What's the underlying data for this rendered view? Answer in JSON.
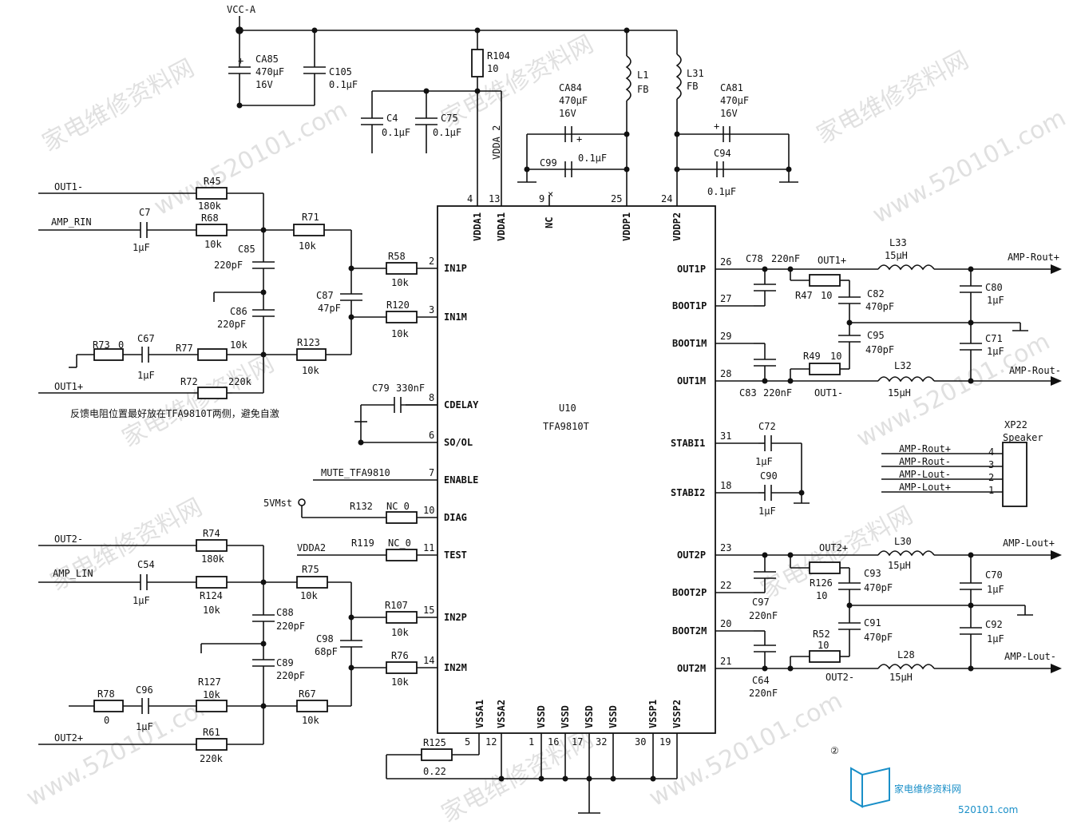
{
  "power": {
    "vcc": "VCC-A",
    "v5": "5VMst",
    "vdda2": "VDDA2"
  },
  "ic": {
    "ref": "U10",
    "part": "TFA9810T",
    "left_pins": [
      {
        "num": "2",
        "name": "IN1P"
      },
      {
        "num": "3",
        "name": "IN1M"
      },
      {
        "num": "8",
        "name": "CDELAY"
      },
      {
        "num": "6",
        "name": "SO/OL"
      },
      {
        "num": "7",
        "name": "ENABLE"
      },
      {
        "num": "10",
        "name": "DIAG"
      },
      {
        "num": "11",
        "name": "TEST"
      },
      {
        "num": "15",
        "name": "IN2P"
      },
      {
        "num": "14",
        "name": "IN2M"
      }
    ],
    "right_pins": [
      {
        "num": "26",
        "name": "OUT1P"
      },
      {
        "num": "27",
        "name": "BOOT1P"
      },
      {
        "num": "29",
        "name": "BOOT1M"
      },
      {
        "num": "28",
        "name": "OUT1M"
      },
      {
        "num": "31",
        "name": "STABI1"
      },
      {
        "num": "18",
        "name": "STABI2"
      },
      {
        "num": "23",
        "name": "OUT2P"
      },
      {
        "num": "22",
        "name": "BOOT2P"
      },
      {
        "num": "20",
        "name": "BOOT2M"
      },
      {
        "num": "21",
        "name": "OUT2M"
      }
    ],
    "top_pins": [
      {
        "num": "4",
        "name": "VDDA1"
      },
      {
        "num": "13",
        "name": "VDDA1"
      },
      {
        "num": "9",
        "name": "NC"
      },
      {
        "num": "25",
        "name": "VDDP1"
      },
      {
        "num": "24",
        "name": "VDDP2"
      }
    ],
    "bottom_pins": [
      {
        "num": "5",
        "name": "VSSA1"
      },
      {
        "num": "12",
        "name": "VSSA2"
      },
      {
        "num": "1",
        "name": "VSSD"
      },
      {
        "num": "16",
        "name": "VSSD"
      },
      {
        "num": "17",
        "name": "VSSD"
      },
      {
        "num": "32",
        "name": "VSSD"
      },
      {
        "num": "30",
        "name": "VSSP1"
      },
      {
        "num": "19",
        "name": "VSSP2"
      }
    ]
  },
  "components": {
    "CA85": [
      "CA85",
      "470μF",
      "16V"
    ],
    "C105": [
      "C105",
      "0.1μF"
    ],
    "R104": [
      "R104",
      "10"
    ],
    "C4": [
      "C4",
      "0.1μF"
    ],
    "C75": [
      "C75",
      "0.1μF"
    ],
    "vdda2_wire": "VDDA 2",
    "CA84": [
      "CA84",
      "470μF",
      "16V"
    ],
    "C99": [
      "C99",
      "0.1μF"
    ],
    "L1": [
      "L1",
      "FB"
    ],
    "L31": [
      "L31",
      "FB"
    ],
    "CA81": [
      "CA81",
      "470μF",
      "16V"
    ],
    "C94": [
      "C94",
      "0.1μF"
    ],
    "R45": [
      "R45",
      "180k"
    ],
    "C7": [
      "C7",
      "1μF"
    ],
    "R68": [
      "R68",
      "10k"
    ],
    "R71": [
      "R71",
      "10k"
    ],
    "C85": [
      "C85",
      "220pF"
    ],
    "C86": [
      "C86",
      "220pF"
    ],
    "C87": [
      "C87",
      "47pF"
    ],
    "R58": [
      "R58",
      "10k"
    ],
    "R120": [
      "R120",
      "10k"
    ],
    "R73": [
      "R73",
      "0"
    ],
    "C67": [
      "C67",
      "1μF"
    ],
    "R77": [
      "R77",
      "10k"
    ],
    "R123": [
      "R123",
      "10k"
    ],
    "R72": [
      "R72",
      "220k"
    ],
    "C79": [
      "C79",
      "330nF"
    ],
    "R132": [
      "R132",
      "NC_0"
    ],
    "R119": [
      "R119",
      "NC_0"
    ],
    "R74": [
      "R74",
      "180k"
    ],
    "C54": [
      "C54",
      "1μF"
    ],
    "R124": [
      "R124",
      "10k"
    ],
    "R75": [
      "R75",
      "10k"
    ],
    "C88": [
      "C88",
      "220pF"
    ],
    "C89": [
      "C89",
      "220pF"
    ],
    "C98": [
      "C98",
      "68pF"
    ],
    "R107": [
      "R107",
      "10k"
    ],
    "R76": [
      "R76",
      "10k"
    ],
    "R78": [
      "R78",
      "0"
    ],
    "C96": [
      "C96",
      "1μF"
    ],
    "R127": [
      "R127",
      "10k"
    ],
    "R67": [
      "R67",
      "10k"
    ],
    "R61": [
      "R61",
      "220k"
    ],
    "R125": [
      "R125",
      "0.22"
    ],
    "C78": [
      "C78",
      "220nF"
    ],
    "R47": [
      "R47",
      "10"
    ],
    "C82": [
      "C82",
      "470pF"
    ],
    "C95": [
      "C95",
      "470pF"
    ],
    "R49": [
      "R49",
      "10"
    ],
    "C83": [
      "C83",
      "220nF"
    ],
    "L33": [
      "L33",
      "15μH"
    ],
    "L32": [
      "L32",
      "15μH"
    ],
    "C80": [
      "C80",
      "1μF"
    ],
    "C71": [
      "C71",
      "1μF"
    ],
    "C72": [
      "C72",
      "1μF"
    ],
    "C90": [
      "C90",
      "1μF"
    ],
    "C97": [
      "C97",
      "220nF"
    ],
    "R126": [
      "R126",
      "10"
    ],
    "C93": [
      "C93",
      "470pF"
    ],
    "C91": [
      "C91",
      "470pF"
    ],
    "R52": [
      "R52",
      "10"
    ],
    "C64": [
      "C64",
      "220nF"
    ],
    "L30": [
      "L30",
      "15μH"
    ],
    "L28": [
      "L28",
      "15μH"
    ],
    "C70": [
      "C70",
      "1μF"
    ],
    "C92": [
      "C92",
      "1μF"
    ]
  },
  "nets": {
    "out1m_in": "OUT1-",
    "amp_rin": "AMP_RIN",
    "out1p_in": "OUT1+",
    "out2m_in": "OUT2-",
    "amp_lin": "AMP_LIN",
    "out2p_in": "OUT2+",
    "mute": "MUTE_TFA9810",
    "out1p": "OUT1+",
    "out1m": "OUT1-",
    "out2p": "OUT2+",
    "out2m": "OUT2-",
    "amp_rout_p": "AMP-Rout+",
    "amp_rout_m": "AMP-Rout-",
    "amp_lout_p": "AMP-Lout+",
    "amp_lout_m": "AMP-Lout-"
  },
  "note": "反馈电阻位置最好放在TFA9810T两侧，避免自激",
  "connector": {
    "ref": "XP22",
    "name": "Speaker",
    "pins": [
      {
        "num": "4",
        "net": "AMP-Rout+"
      },
      {
        "num": "3",
        "net": "AMP-Rout-"
      },
      {
        "num": "2",
        "net": "AMP-Lout-"
      },
      {
        "num": "1",
        "net": "AMP-Lout+"
      }
    ]
  },
  "figure_number": "②",
  "watermark": {
    "site": "www.520101.com",
    "cn": "家电维修资料网",
    "logo_cn": "家电维修资料网",
    "logo_num": "520101.com",
    "colors": {
      "logo": "#1a8fc8",
      "text": "#c8c8c8"
    }
  }
}
